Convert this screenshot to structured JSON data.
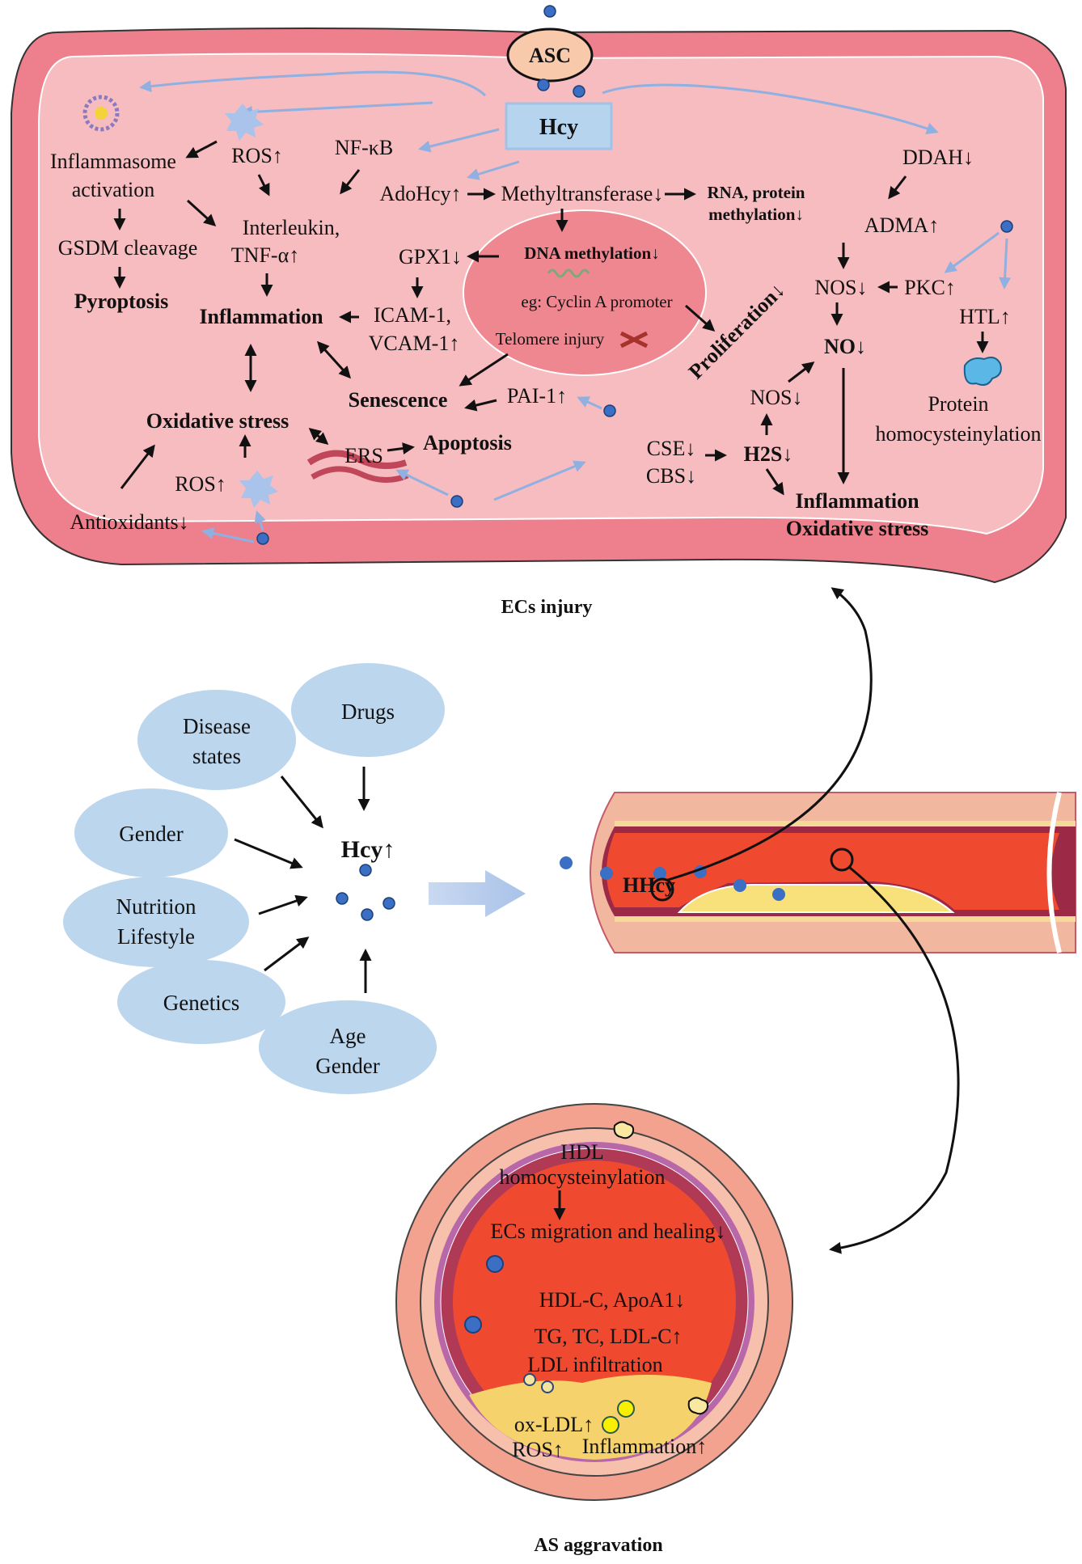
{
  "figure": {
    "cell": {
      "caption": "ECs injury",
      "asc_label": "ASC",
      "hcy_label": "Hcy",
      "labels": {
        "inflammasome_1": "Inflammasome",
        "inflammasome_2": "activation",
        "ros_top": "ROS↑",
        "nfkb": "NF-κB",
        "gsdm": "GSDM cleavage",
        "interleukin_1": "Interleukin,",
        "interleukin_2": "TNF-α↑",
        "pyroptosis": "Pyroptosis",
        "inflammation_left": "Inflammation",
        "adohcy": "AdoHcy↑",
        "methyltransferase": "Methyltransferase↓",
        "rna_1": "RNA, protein",
        "rna_2": "methylation↓",
        "gpx1": "GPX1↓",
        "icam_1": "ICAM-1,",
        "icam_2": "VCAM-1↑",
        "dna_methylation": "DNA methylation↓",
        "cyclin": "eg: Cyclin A promoter",
        "telomere": "Telomere injury",
        "proliferation": "Proliferation↓",
        "senescence": "Senescence",
        "pai1": "PAI-1↑",
        "oxidative_left": "Oxidative stress",
        "ers": "ERS",
        "apoptosis": "Apoptosis",
        "ros_bottom": "ROS↑",
        "antioxidants": "Antioxidants↓",
        "ddah": "DDAH↓",
        "adma": "ADMA↑",
        "nos_top": "NOS↓",
        "pkc": "PKC↑",
        "htl": "HTL↑",
        "no": "NO↓",
        "protein_1": "Protein",
        "protein_2": "homocysteinylation",
        "nos_mid": "NOS↓",
        "cse": "CSE↓",
        "cbs": "CBS↓",
        "h2s": "H2S↓",
        "inflammation_right": "Inflammation",
        "oxidative_right": "Oxidative stress"
      }
    },
    "factors": {
      "center_label": "Hcy↑",
      "items": [
        {
          "line1": "Disease",
          "line2": "states"
        },
        {
          "line1": "Drugs",
          "line2": ""
        },
        {
          "line1": "Gender",
          "line2": ""
        },
        {
          "line1": "Nutrition",
          "line2": "Lifestyle"
        },
        {
          "line1": "Genetics",
          "line2": ""
        },
        {
          "line1": "Age",
          "line2": "Gender"
        }
      ]
    },
    "vessel": {
      "label": "HHcy"
    },
    "cross_section": {
      "caption": "AS aggravation",
      "labels": {
        "hdl_1": "HDL",
        "hdl_2": "homocysteinylation",
        "ecs": "ECs migration and healing↓",
        "hdlc": "HDL-C, ApoA1↓",
        "tg": "TG, TC, LDL-C↑",
        "ldl": "LDL infiltration",
        "oxldl": "ox-LDL↑",
        "ros": "ROS↑",
        "inflammation": "Inflammation↑"
      }
    },
    "colors": {
      "membrane": "#ee7f8c",
      "cytoplasm": "#f7bcc0",
      "nucleus": "#ef8791",
      "hcy_box": "#b7d4ee",
      "asc": "#f8c9aa",
      "factor_ellipse": "#bcd6ee",
      "hcy_dot": "#3a6fc4",
      "signal_arrow": "#8fb0e0",
      "blood": "#ef4a30",
      "plaque": "#f8e07a"
    }
  }
}
